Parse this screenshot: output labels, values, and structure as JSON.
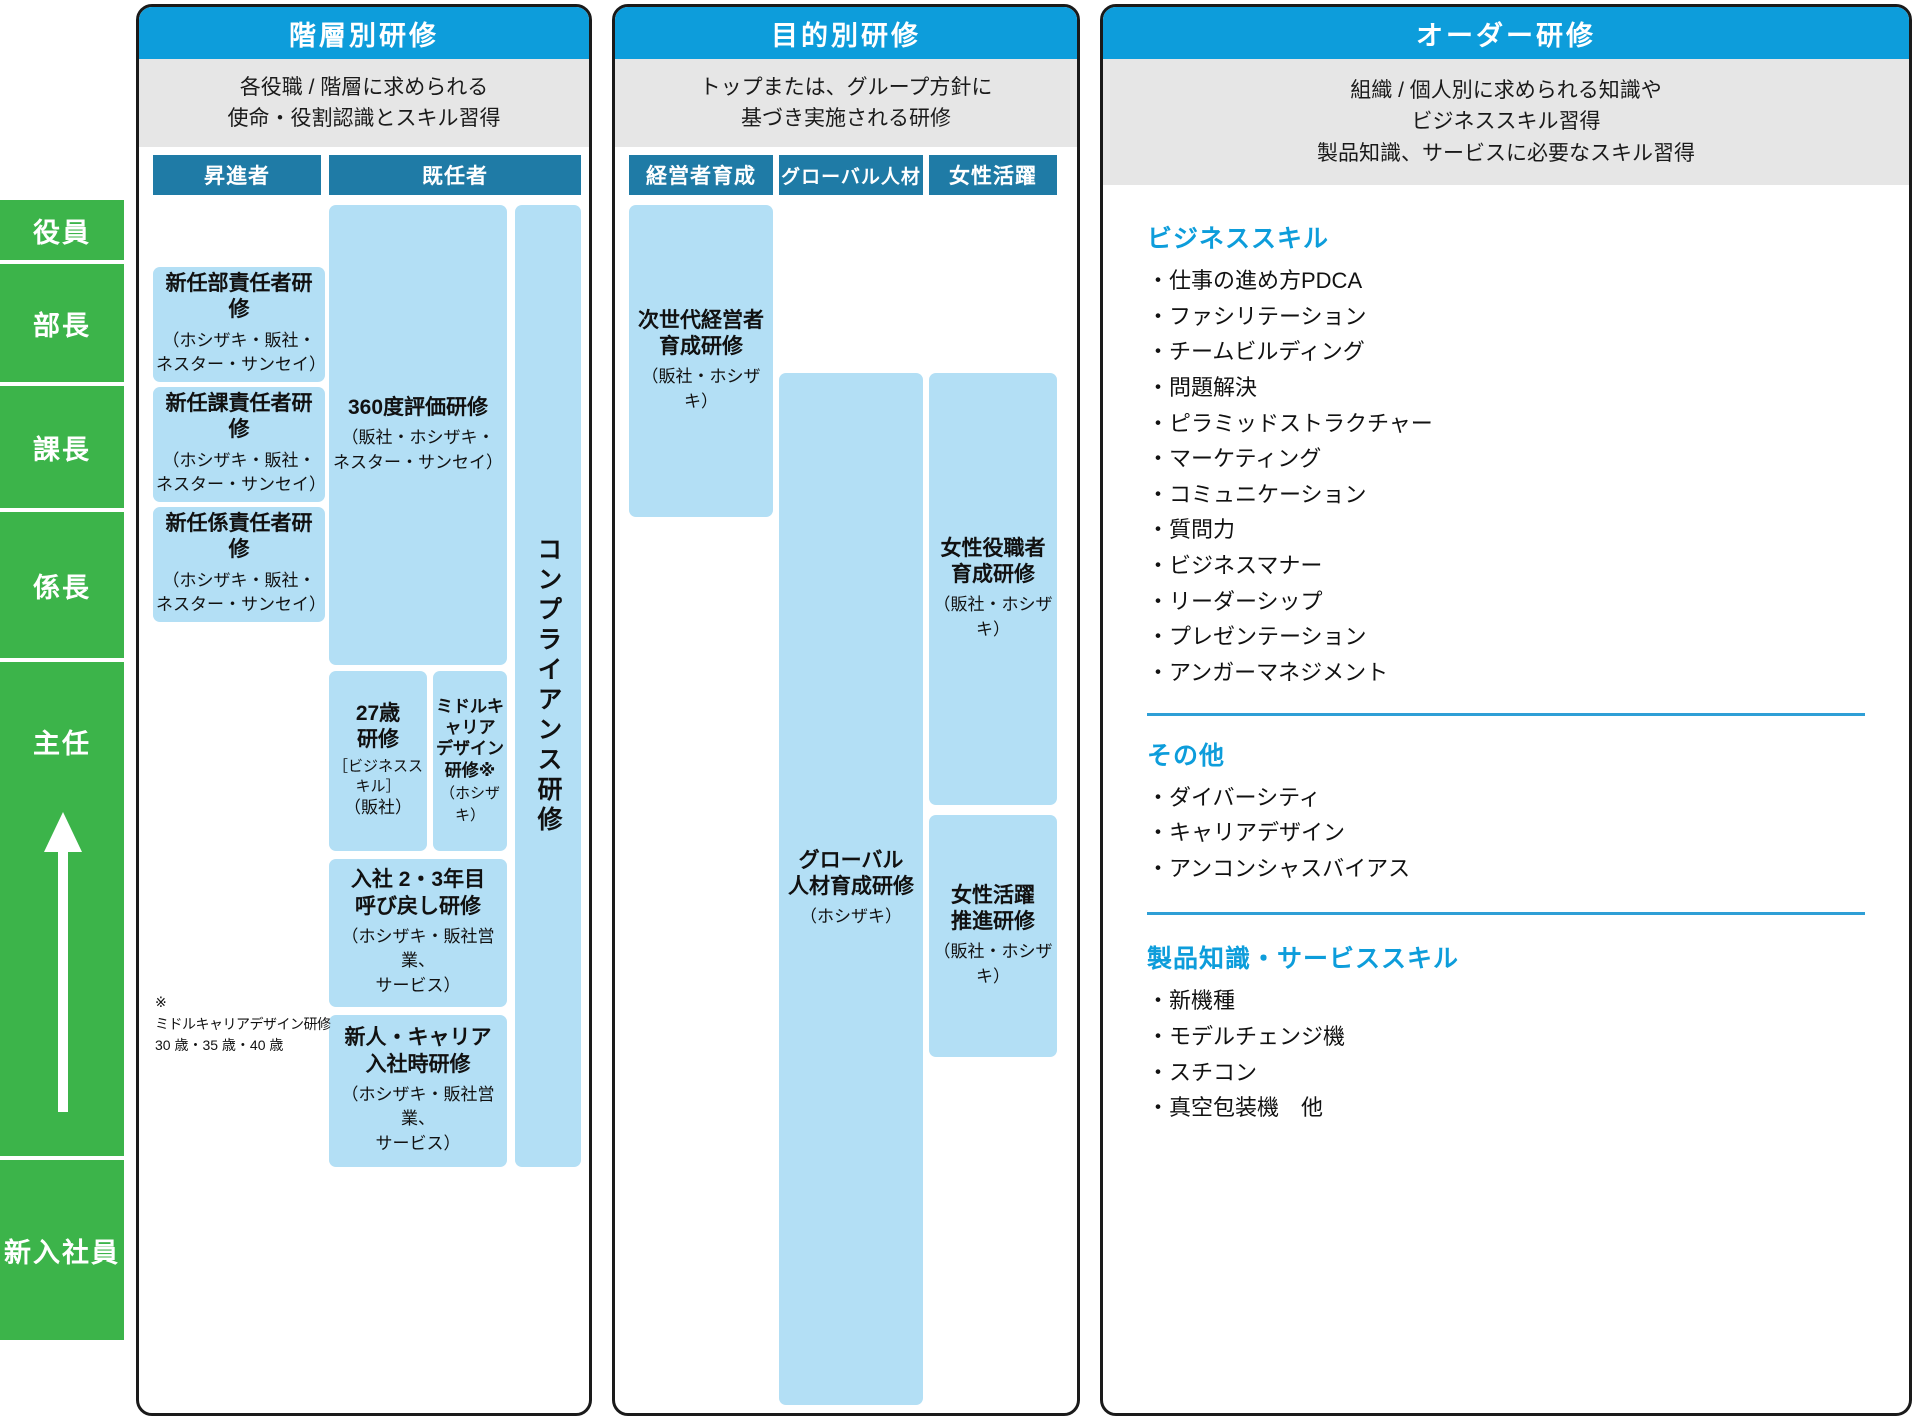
{
  "ladder": {
    "name": "career-ladder",
    "levels": [
      {
        "label": "役員"
      },
      {
        "label": "部長"
      },
      {
        "label": "課長"
      },
      {
        "label": "係長"
      },
      {
        "label": "主任"
      },
      {
        "label": "新入社員"
      }
    ],
    "arrow_icon": "up-arrow-icon"
  },
  "panels": {
    "hierarchy": {
      "title": "階層別研修",
      "subtitle_line1": "各役職 / 階層に求められる",
      "subtitle_line2": "使命・役割認識とスキル習得",
      "categories": [
        {
          "label": "昇進者"
        },
        {
          "label": "既任者"
        }
      ],
      "boxes": {
        "promo1": {
          "title": "新任部責任者研修",
          "sub_line1": "（ホシザキ・販社・",
          "sub_line2": "ネスター・サンセイ）"
        },
        "promo2": {
          "title": "新任課責任者研修",
          "sub_line1": "（ホシザキ・販社・",
          "sub_line2": "ネスター・サンセイ）"
        },
        "promo3": {
          "title": "新任係責任者研修",
          "sub_line1": "（ホシザキ・販社・",
          "sub_line2": "ネスター・サンセイ）"
        },
        "eval360": {
          "title": "360度評価研修",
          "sub_line1": "（販社・ホシザキ・",
          "sub_line2": "ネスター・サンセイ）"
        },
        "age27": {
          "title_line1": "27歳",
          "title_line2": "研修",
          "tag": "［ビジネススキル］",
          "sub": "（販社）"
        },
        "midcareer": {
          "title_line1": "ミドルキャリア",
          "title_line2": "デザイン",
          "title_line3": "研修※",
          "sub": "（ホシザキ）"
        },
        "recall": {
          "title_line1": "入社 2・3年目",
          "title_line2": "呼び戻し研修",
          "sub_line1": "（ホシザキ・販社営業、",
          "sub_line2": "サービス）"
        },
        "newcomer": {
          "title_line1": "新人・キャリア",
          "title_line2": "入社時研修",
          "sub_line1": "（ホシザキ・販社営業、",
          "sub_line2": "サービス）"
        },
        "compliance": {
          "title": "コンプライアンス研修"
        }
      },
      "footnote": {
        "mark": "※",
        "line1": "ミドルキャリアデザイン研修",
        "line2": "30 歳・35 歳・40 歳"
      }
    },
    "purpose": {
      "title": "目的別研修",
      "subtitle_line1": "トップまたは、グループ方針に",
      "subtitle_line2": "基づき実施される研修",
      "categories": [
        {
          "label": "経営者育成"
        },
        {
          "label": "グローバル人材"
        },
        {
          "label": "女性活躍"
        }
      ],
      "boxes": {
        "nextgen": {
          "title_line1": "次世代経営者",
          "title_line2": "育成研修",
          "sub": "（販社・ホシザキ）"
        },
        "global": {
          "title_line1": "グローバル",
          "title_line2": "人材育成研修",
          "sub": "（ホシザキ）"
        },
        "female_mgr": {
          "title_line1": "女性役職者",
          "title_line2": "育成研修",
          "sub": "（販社・ホシザキ）"
        },
        "female_promo": {
          "title_line1": "女性活躍",
          "title_line2": "推進研修",
          "sub": "（販社・ホシザキ）"
        }
      }
    },
    "order": {
      "title": "オーダー研修",
      "subtitle_line1": "組織 / 個人別に求められる知識や",
      "subtitle_line2": "ビジネススキル習得",
      "subtitle_line3": "製品知識、サービスに必要なスキル習得",
      "sections": [
        {
          "heading": "ビジネススキル",
          "items": [
            "・仕事の進め方PDCA",
            "・ファシリテーション",
            "・チームビルディング",
            "・問題解決",
            "・ピラミッドストラクチャー",
            "・マーケティング",
            "・コミュニケーション",
            "・質問力",
            "・ビジネスマナー",
            "・リーダーシップ",
            "・プレゼンテーション",
            "・アンガーマネジメント"
          ]
        },
        {
          "heading": "その他",
          "items": [
            "・ダイバーシティ",
            "・キャリアデザイン",
            "・アンコンシャスバイアス"
          ]
        },
        {
          "heading": "製品知識・サービススキル",
          "items": [
            "・新機種",
            "・モデルチェンジ機",
            "・スチコン",
            "・真空包装機　他"
          ]
        }
      ]
    }
  },
  "colors": {
    "title_blue": "#0d9ddb",
    "category_blue": "#1f7ba6",
    "box_blue": "#b3dff5",
    "ladder_green": "#3cb44a",
    "subtitle_gray": "#e6e6e6"
  }
}
